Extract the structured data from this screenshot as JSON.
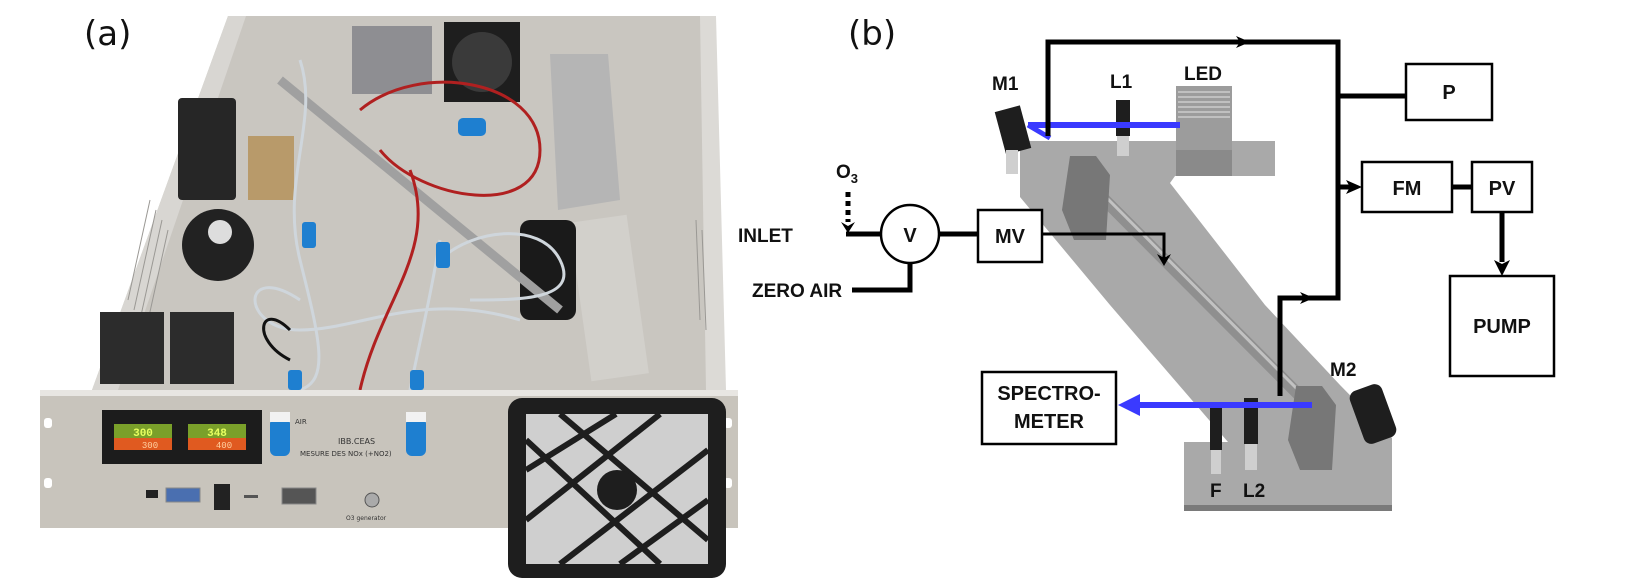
{
  "panels": {
    "a": {
      "label": "(a)"
    },
    "b": {
      "label": "(b)"
    }
  },
  "photo": {
    "description": "Open rack-mount instrument chassis",
    "front_panel": {
      "display_1_reading": "300",
      "display_1_setpoint": "300",
      "display_2_reading": "348",
      "display_2_setpoint": "400",
      "handwriting_line1": "IBB.CEAS",
      "handwriting_line2": "MESURE DES NOx (+NO2)",
      "connector_note": "O3 generator",
      "fitting_label": "AIR"
    }
  },
  "diagram": {
    "inlet_label": "INLET",
    "zero_air_label": "ZERO AIR",
    "o3_label": "O",
    "o3_sub": "3",
    "valve_label": "V",
    "mv_label": "MV",
    "m1_label": "M1",
    "l1_label": "L1",
    "led_label": "LED",
    "m2_label": "M2",
    "f_label": "F",
    "l2_label": "L2",
    "spectrometer_line1": "SPECTRO-",
    "spectrometer_line2": "METER",
    "p_label": "P",
    "fm_label": "FM",
    "pv_label": "PV",
    "pump_label": "PUMP",
    "colors": {
      "line": "#000000",
      "beam": "#3a3aff",
      "bench": "#a9a9a9",
      "bench_dark": "#8a8a8a"
    }
  }
}
